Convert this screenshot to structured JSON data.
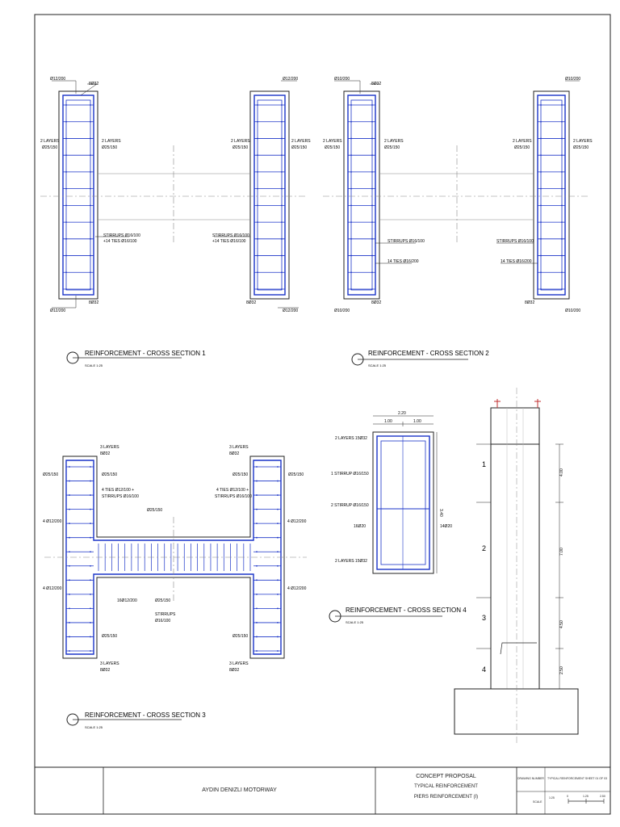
{
  "sheet": {
    "bg": "#ffffff",
    "line_color": "#222222",
    "rebar_color": "#1a33c8"
  },
  "section1": {
    "title": "REINFORCEMENT - CROSS SECTION 1",
    "scale": "SCALE 1:25",
    "labels": {
      "top_left": "Ø12/200",
      "top_mid": "8Ø32",
      "top_right": "Ø12/200",
      "layers_a": "2 LAYERS",
      "layers_a_bar": "Ø25/150",
      "layers_b": "2 LAYERS",
      "layers_b_bar": "Ø25/150",
      "layers_c": "2 LAYERS",
      "layers_c_bar": "Ø25/150",
      "layers_d": "2 LAYERS",
      "layers_d_bar": "Ø25/150",
      "stirrups_a": "STIRRUPS Ø16/100",
      "ties_a": "+14 TIES Ø16/100",
      "stirrups_b": "STIRRUPS Ø16/100",
      "ties_b": "+14 TIES Ø16/100",
      "bot_left": "Ø12/200",
      "bot_mid": "8Ø32",
      "bot_mid2": "8Ø32",
      "bot_right": "Ø12/200"
    }
  },
  "section2": {
    "title": "REINFORCEMENT - CROSS SECTION 2",
    "scale": "SCALE 1:25",
    "labels": {
      "top_left": "Ø10/200",
      "top_mid": "8Ø32",
      "top_right": "Ø10/200",
      "layers_a": "2 LAYERS",
      "layers_a_bar": "Ø25/150",
      "layers_b": "2 LAYERS",
      "layers_b_bar": "Ø25/150",
      "layers_c": "2 LAYERS",
      "layers_c_bar": "Ø25/150",
      "layers_d": "2 LAYERS",
      "layers_d_bar": "Ø25/150",
      "stirrups_a": "STIRRUPS Ø16/100",
      "ties_a": "14 TIES Ø16/200",
      "stirrups_b": "STIRRUPS Ø16/100",
      "ties_b": "14 TIES Ø16/200",
      "bot_left": "Ø10/200",
      "bot_mid": "8Ø32",
      "bot_mid2": "8Ø32",
      "bot_right": "Ø10/200"
    }
  },
  "section3": {
    "title": "REINFORCEMENT - CROSS SECTION 3",
    "scale": "SCALE 1:25",
    "labels": {
      "layers_top_l": "3 LAYERS",
      "bars_top_l": "8Ø32",
      "layers_top_r": "3 LAYERS",
      "bars_top_r": "8Ø32",
      "l_side_1": "Ø25/150",
      "l_side_2": "Ø25/150",
      "r_side_1": "Ø25/150",
      "r_side_2": "Ø25/150",
      "ties_l": "4 TIES Ø12/100 +",
      "stirrups_l": "STIRRUPS Ø16/100",
      "ties_r": "4 TIES Ø12/100 +",
      "stirrups_r": "STIRRUPS Ø16/100",
      "web_bar": "Ø25/150",
      "l_phi_1": "4 Ø12/200",
      "l_phi_2": "4 Ø12/200",
      "r_phi_1": "4 Ø12/200",
      "r_phi_2": "4 Ø12/200",
      "web_bot_1": "16Ø12/200",
      "web_bot_2": "Ø25/150",
      "web_stirrups": "STIRRUPS",
      "web_stirrups_bar": "Ø16/100",
      "l_bot_1": "Ø25/150",
      "r_bot_1": "Ø25/150",
      "layers_bot_l": "3 LAYERS",
      "bars_bot_l": "8Ø32",
      "layers_bot_r": "3 LAYERS",
      "bars_bot_r": "8Ø32"
    }
  },
  "section4": {
    "title": "REINFORCEMENT - CROSS SECTION 4",
    "scale": "SCALE 1:25",
    "labels": {
      "dim_total": "2.20",
      "dim_left": "1.00",
      "dim_right": "1.00",
      "dim_height": "3.40",
      "layers_top": "2 LAYERS 15Ø32",
      "stirrup_1": "1 STIRRUP Ø16/150",
      "stirrup_2": "2 STIRRUP Ø16/150",
      "mid_bar": "16Ø20",
      "side_bar": "14Ø20",
      "layers_bot": "2 LAYERS 15Ø32"
    }
  },
  "elevation": {
    "marker_1": "1",
    "marker_2": "2",
    "marker_3": "3",
    "marker_4": "4",
    "dim_1": "4.00",
    "dim_2": "7.00",
    "dim_3": "4.50",
    "dim_4": "2.50"
  },
  "title_block": {
    "project": "AYDIN DENIZLI MOTORWAY",
    "proposal": "CONCEPT PROPOSAL",
    "line2": "TYPICAL REINFORCEMENT",
    "line3": "PIERS REINFORCEMENT (I)",
    "drawing_number_label": "DRAWING NUMBER",
    "drawing_number_value": "TYPICAL REINFORCEMENT SHEET 01 OF 03",
    "scale_label": "SCALE",
    "scale_value": "1:25",
    "bar_0": "0",
    "bar_mid": "1.25",
    "bar_end": "2.50"
  }
}
